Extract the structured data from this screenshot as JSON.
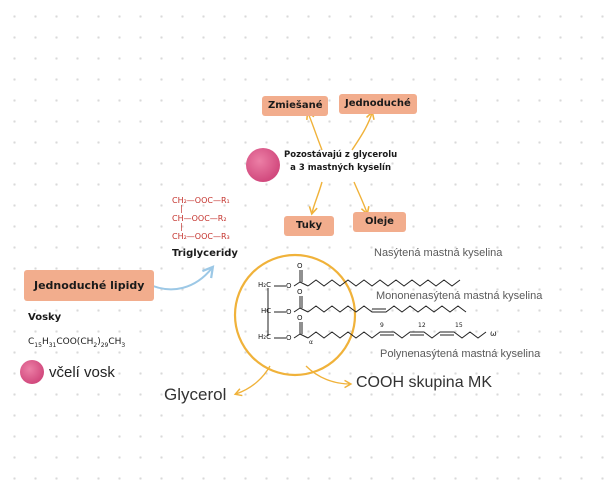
{
  "tags": {
    "zmesane": "Zmiešané",
    "jednoduche": "Jednoduché",
    "tuky": "Tuky",
    "oleje": "Oleje",
    "jednoduche_lipidy": "Jednoduché lipidy"
  },
  "note": {
    "line1": "Pozostávajú z glycerolu",
    "line2": "a 3 mastných kyselín"
  },
  "triglyceride_formula": {
    "row1": "CH₂—OOC—R₁",
    "row2": "CH—OOC—R₂",
    "row3": "CH₂—OOC—R₃",
    "caption": "Triglyceridy"
  },
  "wax": {
    "heading": "Vosky",
    "formula_a": "C",
    "sub1": "15",
    "formula_b": "H",
    "sub2": "31",
    "formula_c": "COO(CH",
    "sub3": "2",
    "formula_d": ")",
    "sub4": "29",
    "formula_e": "CH",
    "sub5": "3",
    "example": "včelí vosk"
  },
  "fatty_acids": {
    "saturated": "Nasýtená mastná kyselina",
    "monounsaturated": "Mononenasýtená mastná kyselina",
    "polyunsaturated": "Polynenasýtená mastná kyselina"
  },
  "structure_labels": {
    "h2c_top": "H₂C",
    "hc_mid": "HC",
    "h2c_bot": "H₂C",
    "o": "O",
    "pos9": "9",
    "pos12": "12",
    "pos15": "15",
    "omega": "ω",
    "alpha": "α"
  },
  "bottom_labels": {
    "glycerol": "Glycerol",
    "cooh": "COOH skupina MK"
  },
  "colors": {
    "tag_bg": "#f2ad8d",
    "accent_orange": "#f0b23a",
    "arrow_blue": "#9cc8e6",
    "dot_pink": "#d24a7e",
    "formula_red": "#c4322c"
  }
}
